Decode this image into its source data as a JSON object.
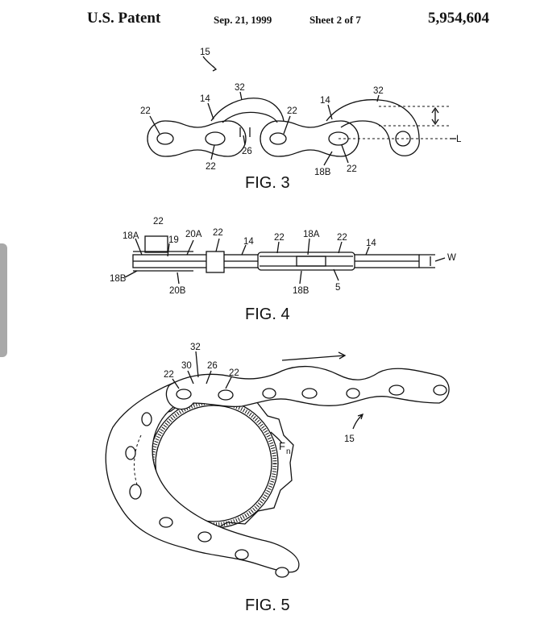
{
  "header": {
    "left": "U.S. Patent",
    "date": "Sep. 21, 1999",
    "sheet": "Sheet 2 of 7",
    "number": "5,954,604"
  },
  "fig3": {
    "caption": "FIG. 3",
    "labels": {
      "ref15": "15",
      "ref32a": "32",
      "ref32b": "32",
      "ref14a": "14",
      "ref14b": "14",
      "ref22a": "22",
      "ref22b": "22",
      "ref22c": "22",
      "ref22d": "22",
      "ref26": "26",
      "ref18b": "18B",
      "refL": "L"
    }
  },
  "fig4": {
    "caption": "FIG. 4",
    "labels": {
      "ref22a": "22",
      "ref22b": "22",
      "ref22c": "22",
      "ref22d": "22",
      "ref18a1": "18A",
      "ref18a2": "18A",
      "ref19": "19",
      "ref20a": "20A",
      "ref20b": "20B",
      "ref14a": "14",
      "ref14b": "14",
      "ref18b1": "18B",
      "ref18b2": "18B",
      "ref5": "5",
      "refW": "W"
    }
  },
  "fig5": {
    "caption": "FIG. 5",
    "labels": {
      "ref32": "32",
      "ref30": "30",
      "ref26": "26",
      "ref22a": "22",
      "ref22b": "22",
      "ref15": "15",
      "refFn": "F",
      "refFnSub": "n"
    }
  }
}
